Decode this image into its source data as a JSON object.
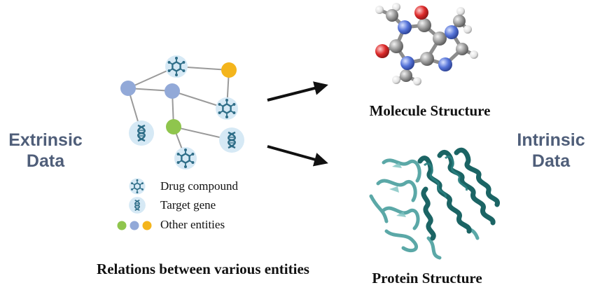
{
  "labels": {
    "extrinsic_line1": "Extrinsic",
    "extrinsic_line2": "Data",
    "intrinsic_line1": "Intrinsic",
    "intrinsic_line2": "Data"
  },
  "captions": {
    "molecule": "Molecule Structure",
    "protein": "Protein Structure",
    "relations": "Relations between various entities"
  },
  "legend": {
    "drug": "Drug compound",
    "gene": "Target gene",
    "other": "Other entities"
  },
  "colors": {
    "label_text": "#4f5e79",
    "node_blue": "#92a9d8",
    "node_yellow": "#f4b51c",
    "node_green": "#8fc54d",
    "icon_bg": "#d6e9f5",
    "icon_fg": "#2f6e88",
    "edge": "#9a9a9a",
    "protein": "#1f6c6c",
    "atom_carbon": "#8f8f8f",
    "atom_nitrogen": "#4f6fd6",
    "atom_oxygen": "#d8262a",
    "atom_hydrogen": "#eeeeee"
  }
}
